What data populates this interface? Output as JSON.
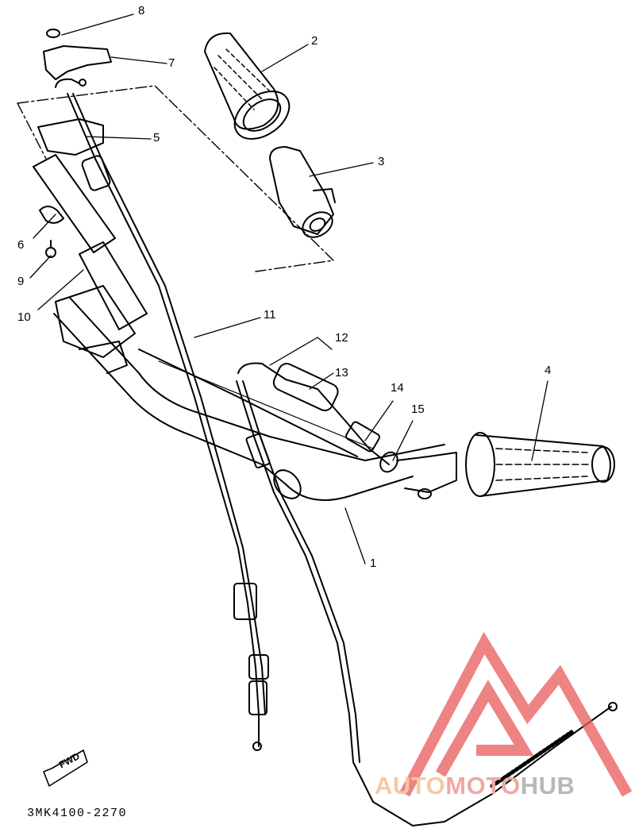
{
  "callouts": [
    "1",
    "2",
    "3",
    "4",
    "5",
    "6",
    "7",
    "8",
    "9",
    "10",
    "11",
    "12",
    "13",
    "14",
    "15"
  ],
  "fwd_label": "FWD",
  "part_code": "3MK4100-2270",
  "watermark": {
    "part1": "AUTO",
    "part2": "MOTO",
    "part3": "HUB"
  },
  "colors": {
    "line": "#000000",
    "watermark_logo": "#e85a5a",
    "watermark_auto": "#f5c9a3",
    "watermark_moto": "#f0a8a4",
    "watermark_hub": "#b8b8b8"
  }
}
